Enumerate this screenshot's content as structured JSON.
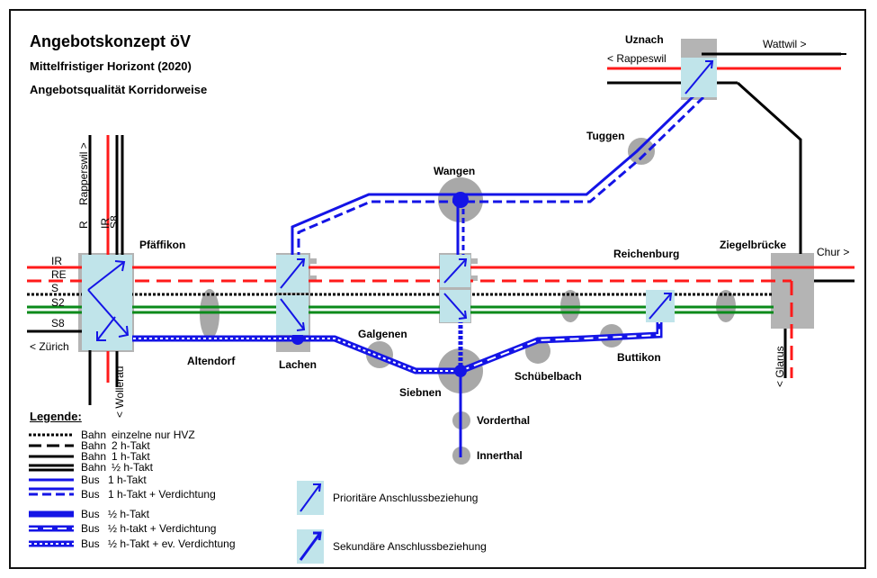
{
  "header": {
    "title": "Angebotskonzept öV",
    "subtitle1": "Mittelfristiger Horizont (2020)",
    "subtitle2": "Angebotsqualität Korridorweise"
  },
  "stations": {
    "uznach": "Uznach",
    "pfaeffikon": "Pfäffikon",
    "wangen": "Wangen",
    "tuggen": "Tuggen",
    "reichenburg": "Reichenburg",
    "ziegelbruecke": "Ziegelbrücke",
    "altendorf": "Altendorf",
    "lachen": "Lachen",
    "galgenen": "Galgenen",
    "siebnen": "Siebnen",
    "schuebelbach": "Schübelbach",
    "buttikon": "Buttikon",
    "vorderthal": "Vorderthal",
    "innerthal": "Innerthal"
  },
  "directions": {
    "wattwil": "Wattwil >",
    "rappeswil_top": "< Rappeswil",
    "chur": "Chur >",
    "zuerich": "< Zürich",
    "rapperswil_left": "Rapperswil >",
    "wollerau": "< Wollerau",
    "glarus": "< Glarus"
  },
  "line_labels": {
    "ir": "IR",
    "re": "RE",
    "s": "S",
    "s2": "S2",
    "s8": "S8",
    "r_vert": "R",
    "ir_vert": "IR",
    "s8_vert": "S8"
  },
  "legend": {
    "title": "Legende:",
    "items": [
      {
        "mode": "Bahn",
        "text": "einzelne nur HVZ"
      },
      {
        "mode": "Bahn",
        "text": "2 h-Takt"
      },
      {
        "mode": "Bahn",
        "text": "1 h-Takt"
      },
      {
        "mode": "Bahn",
        "text": "½ h-Takt"
      },
      {
        "mode": "Bus",
        "text": "1 h-Takt"
      },
      {
        "mode": "Bus",
        "text": "1 h-Takt + Verdichtung"
      },
      {
        "mode": "Bus",
        "text": "½ h-Takt"
      },
      {
        "mode": "Bus",
        "text": "½ h-takt + Verdichtung"
      },
      {
        "mode": "Bus",
        "text": "½ h-Takt + ev. Verdichtung"
      }
    ],
    "connection_primary": "Prioritäre Anschlussbeziehung",
    "connection_secondary": "Sekundäre Anschlussbeziehung"
  },
  "colors": {
    "ir": "#ff1a1a",
    "s2": "#0a8a1a",
    "bus": "#1414e6",
    "node": "#aaaaaa",
    "connector": "#c0e4ea"
  }
}
